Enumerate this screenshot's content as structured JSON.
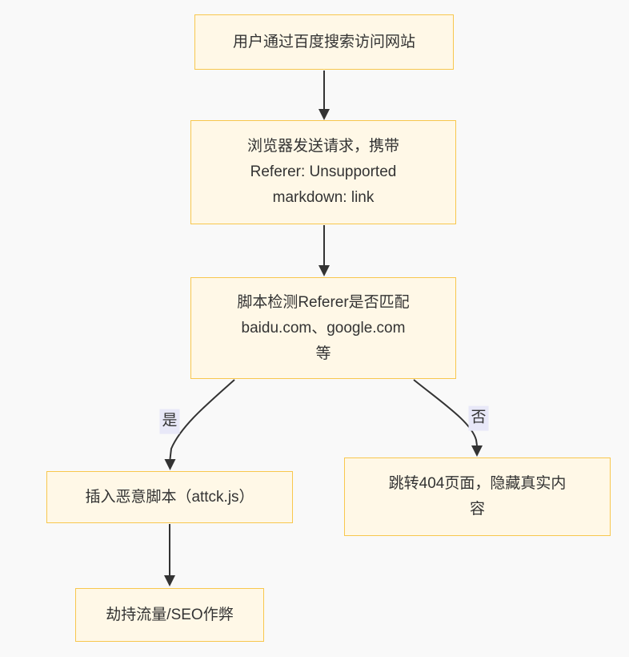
{
  "diagram": {
    "type": "flowchart",
    "direction": "top-down",
    "colors": {
      "background": "#f9f9f9",
      "node_fill": "#fff8e7",
      "node_border": "#f8c74e",
      "edge_line": "#333333",
      "edge_label_bg": "#e8e8f8",
      "text": "#333333"
    },
    "nodes": {
      "start": {
        "lines": [
          "用户通过百度搜索访问网站"
        ]
      },
      "request": {
        "lines": [
          "浏览器发送请求，携带",
          "Referer: Unsupported",
          "markdown: link"
        ]
      },
      "check": {
        "lines": [
          "脚本检测Referer是否匹配",
          "baidu.com、google.com",
          "等"
        ]
      },
      "inject": {
        "lines": [
          "插入恶意脚本（attck.js）"
        ]
      },
      "hijack": {
        "lines": [
          "劫持流量/SEO作弊"
        ]
      },
      "redirect": {
        "lines": [
          "跳转404页面，隐藏真实内",
          "容"
        ]
      }
    },
    "edges": {
      "yes_label": "是",
      "no_label": "否"
    }
  }
}
